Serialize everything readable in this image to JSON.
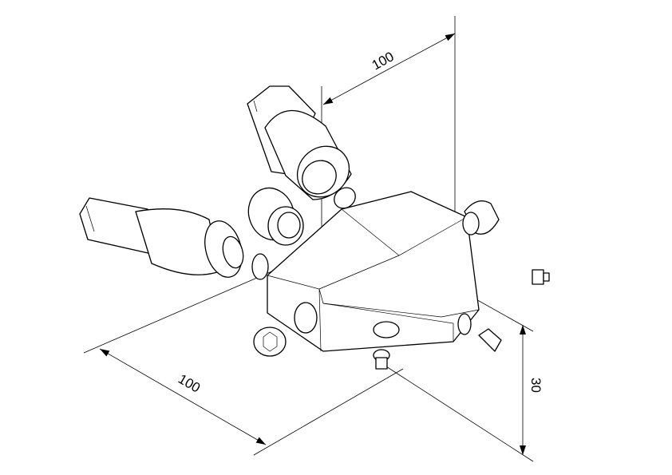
{
  "drawing": {
    "dimensions": {
      "top_width": "100",
      "bottom_depth": "100",
      "height": "30"
    }
  }
}
